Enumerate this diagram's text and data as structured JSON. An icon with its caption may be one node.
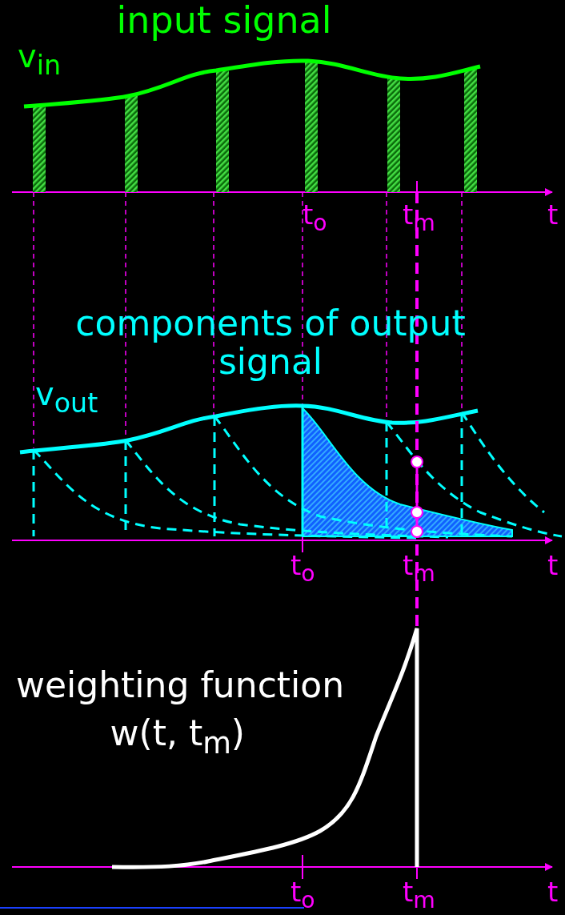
{
  "diagram": {
    "labels": [
      "input signal",
      "v$_{in}$",
      "t$_{o}$",
      "t$_{m}$",
      "t",
      "components of output signal",
      "v$_{out}$",
      "t$_{o}$",
      "t$_{m}$",
      "t",
      "weighting function",
      "w(t, t$_{m}$)",
      "t$_{o}$",
      "t$_{m}$",
      "t"
    ]
  }
}
